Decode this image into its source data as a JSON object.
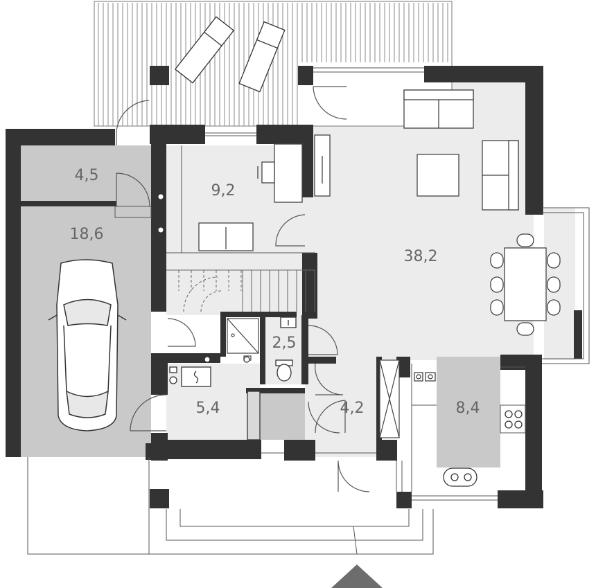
{
  "colors": {
    "wall": "#333333",
    "floor_light": "#ececec",
    "floor_dark": "#c9c9c9",
    "label": "#666666",
    "line": "#555555",
    "background": "#ffffff"
  },
  "rooms": [
    {
      "id": "garage-storage",
      "area": "4,5"
    },
    {
      "id": "garage",
      "area": "18,6"
    },
    {
      "id": "study",
      "area": "9,2"
    },
    {
      "id": "living-room",
      "area": "38,2"
    },
    {
      "id": "wc",
      "area": "2,5"
    },
    {
      "id": "utility",
      "area": "5,4"
    },
    {
      "id": "hall",
      "area": "4,2"
    },
    {
      "id": "kitchen",
      "area": "8,4"
    }
  ],
  "icons": [
    "car-icon",
    "sofa-icon",
    "desk-icon",
    "dining-table-icon",
    "stove-icon",
    "sink-icon",
    "toilet-icon",
    "shower-icon",
    "entrance-arrow-icon"
  ]
}
